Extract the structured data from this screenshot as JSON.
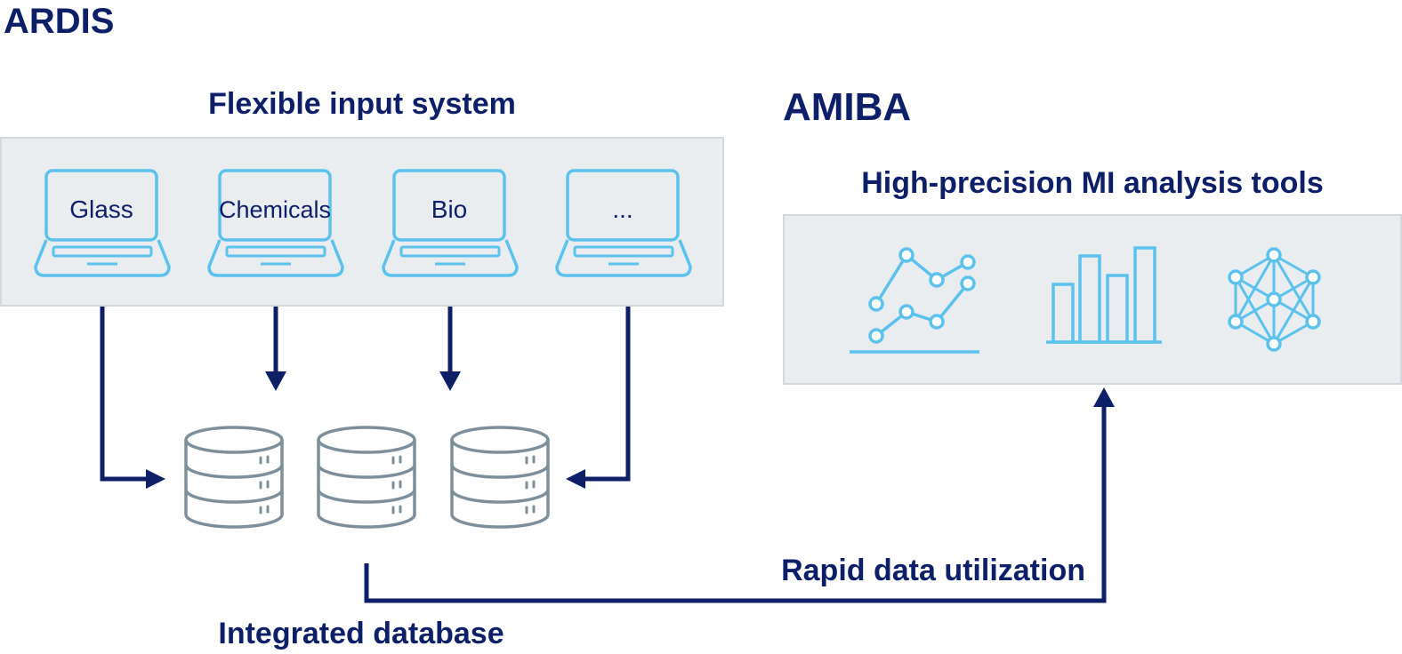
{
  "system_titles": {
    "ardis": "ARDIS",
    "amiba": "AMIBA"
  },
  "input_section": {
    "title": "Flexible input system",
    "laptops": [
      {
        "label": "Glass"
      },
      {
        "label": "Chemicals"
      },
      {
        "label": "Bio"
      },
      {
        "label": "..."
      }
    ]
  },
  "analysis_section": {
    "title": "High-precision MI analysis tools",
    "icons": [
      "line-chart-icon",
      "bar-chart-icon",
      "network-graph-icon"
    ]
  },
  "database_section": {
    "label": "Integrated database",
    "icons": [
      "database-icon",
      "database-icon",
      "database-icon"
    ]
  },
  "flow": {
    "label": "Rapid data utilization"
  },
  "colors": {
    "navy": "#0d1f69",
    "light_blue": "#5bc2ee",
    "gray": "#7d8f9a",
    "panel": "#eaedf0"
  }
}
